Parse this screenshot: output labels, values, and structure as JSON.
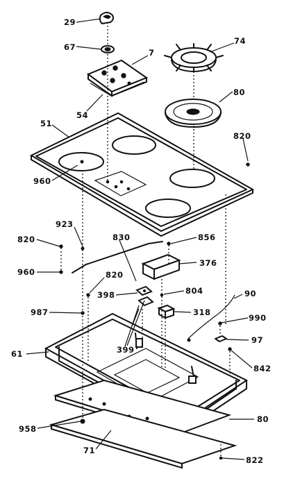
{
  "diagram": {
    "callouts": {
      "c29": "29",
      "c67": "67",
      "c7": "7",
      "c74": "74",
      "c54": "54",
      "c80_top": "80",
      "c51": "51",
      "c820_right": "820",
      "c960_top": "960",
      "c923": "923",
      "c820_left": "820",
      "c830": "830",
      "c856": "856",
      "c376": "376",
      "c960_left": "960",
      "c820_mid": "820",
      "c398": "398",
      "c804": "804",
      "c90": "90",
      "c987": "987",
      "c318": "318",
      "c990": "990",
      "c97": "97",
      "c399": "399",
      "c61": "61",
      "c842": "842",
      "c958": "958",
      "c80_bottom": "80",
      "c71": "71",
      "c822": "822"
    }
  }
}
